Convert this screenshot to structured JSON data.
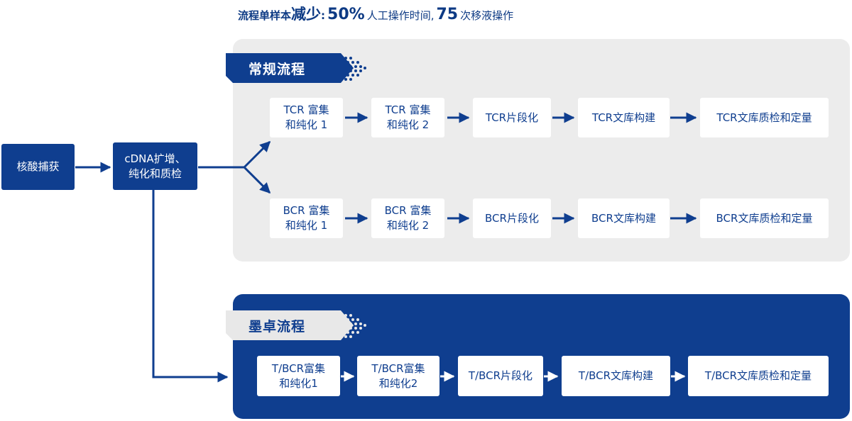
{
  "headline": {
    "part1": "流程单样本",
    "part2": "减少",
    "sep": ": ",
    "num1": "50%",
    "part3": "人工操作时间,",
    "num2": "75",
    "part4": "次移液操作"
  },
  "start_nodes": {
    "capture": "核酸捕获",
    "amplify": "cDNA扩增、\n纯化和质检"
  },
  "regular": {
    "title": "常规流程",
    "tcr": [
      "TCR 富集\n和纯化 1",
      "TCR 富集\n和纯化 2",
      "TCR片段化",
      "TCR文库构建",
      "TCR文库质检和定量"
    ],
    "bcr": [
      "BCR 富集\n和纯化 1",
      "BCR 富集\n和纯化 2",
      "BCR片段化",
      "BCR文库构建",
      "BCR文库质检和定量"
    ]
  },
  "mozhuo": {
    "title": "墨卓流程",
    "steps": [
      "T/BCR富集\n和纯化1",
      "T/BCR富集\n和纯化2",
      "T/BCR片段化",
      "T/BCR文库构建",
      "T/BCR文库质检和定量"
    ]
  },
  "colors": {
    "brand": "#0f3e8f",
    "panel": "#ececec",
    "banner_light": "#e8e8e8"
  }
}
